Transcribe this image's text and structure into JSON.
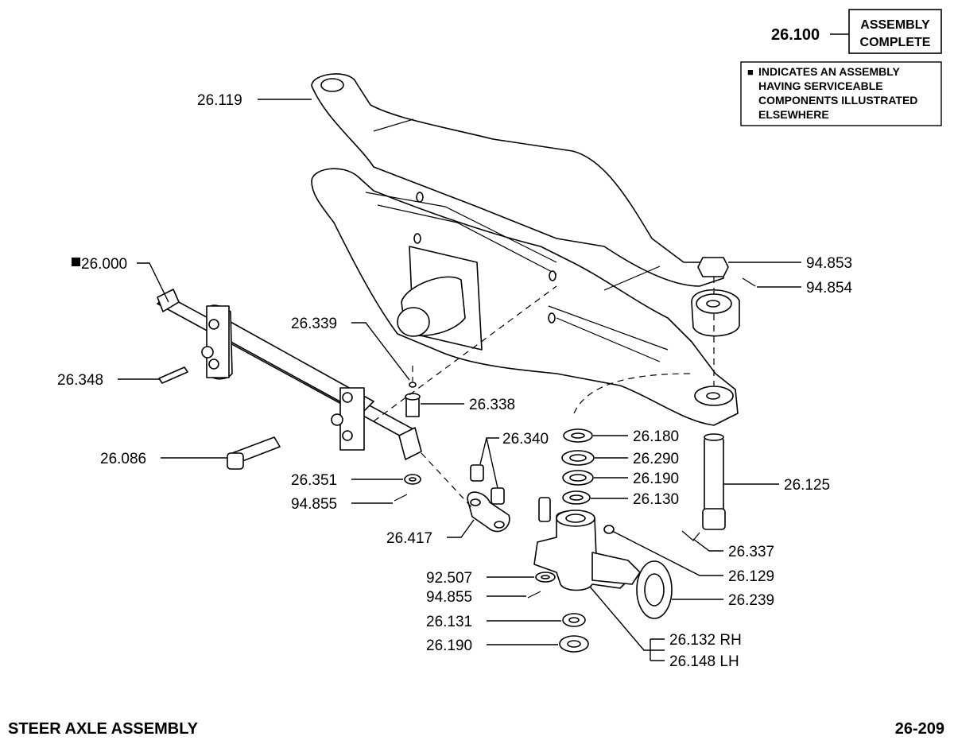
{
  "assembly_box": {
    "number": "26.100",
    "line1": "ASSEMBLY",
    "line2": "COMPLETE"
  },
  "legend": {
    "symbol": "■",
    "line1": "INDICATES AN ASSEMBLY",
    "line2": "HAVING SERVICEABLE",
    "line3": "COMPONENTS ILLUSTRATED",
    "line4": "ELSEWHERE"
  },
  "labels": {
    "p26119": "26.119",
    "p26000": "26.000",
    "p26339": "26.339",
    "p26348": "26.348",
    "p26338": "26.338",
    "p26086": "26.086",
    "p26340": "26.340",
    "p26351": "26.351",
    "p94855a": "94.855",
    "p26417": "26.417",
    "p92507": "92.507",
    "p94855b": "94.855",
    "p26131": "26.131",
    "p26190b": "26.190",
    "p94853": "94.853",
    "p94854": "94.854",
    "p26180": "26.180",
    "p26290": "26.290",
    "p26190a": "26.190",
    "p26130": "26.130",
    "p26125": "26.125",
    "p26337": "26.337",
    "p26129": "26.129",
    "p26239": "26.239",
    "p26132": "26.132 RH",
    "p26148": "26.148 LH"
  },
  "footer": {
    "title": "STEER AXLE ASSEMBLY",
    "page": "26-209"
  }
}
